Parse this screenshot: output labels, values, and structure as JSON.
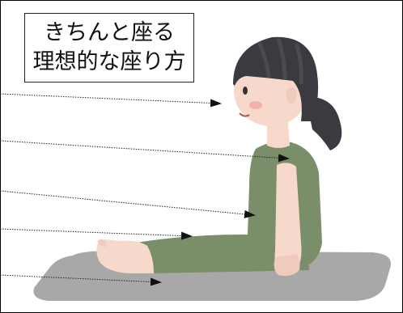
{
  "title": {
    "line1": "きちんと座る",
    "line2": "理想的な座り方"
  },
  "illustration": {
    "subject": "woman-sitting-with-legs-extended",
    "colors": {
      "hair": "#3a3a40",
      "skin": "#f7d9cc",
      "clothing": "#7a8e6a",
      "mat": "#a9a9a9",
      "cheek": "#f2b4a8"
    }
  },
  "pointers": {
    "count": 5,
    "targets": [
      "head",
      "shoulder",
      "lower-back",
      "thigh",
      "heel"
    ],
    "line_color": "#222222"
  }
}
